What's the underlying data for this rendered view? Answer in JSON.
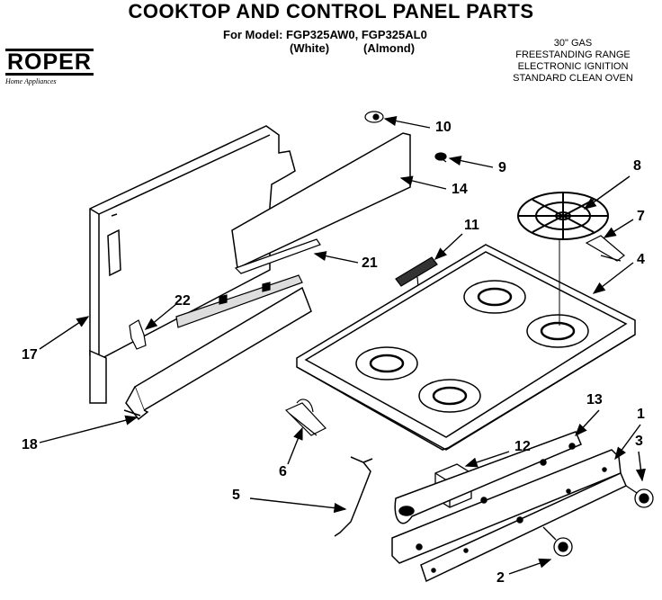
{
  "header": {
    "title": "COOKTOP AND CONTROL PANEL PARTS",
    "model_line": "For Model: FGP325AW0, FGP325AL0",
    "variant_white": "(White)",
    "variant_almond": "(Almond)"
  },
  "brand": {
    "name": "ROPER",
    "subline": "Home Appliances"
  },
  "description": {
    "line1": "30\" GAS",
    "line2": "FREESTANDING RANGE",
    "line3": "ELECTRONIC IGNITION",
    "line4": "STANDARD CLEAN OVEN"
  },
  "callouts": {
    "c1": "1",
    "c2": "2",
    "c3": "3",
    "c4": "4",
    "c5": "5",
    "c6": "6",
    "c7": "7",
    "c8": "8",
    "c9": "9",
    "c10": "10",
    "c11": "11",
    "c12": "12",
    "c13": "13",
    "c14": "14",
    "c17": "17",
    "c18": "18",
    "c21": "21",
    "c22": "22"
  }
}
